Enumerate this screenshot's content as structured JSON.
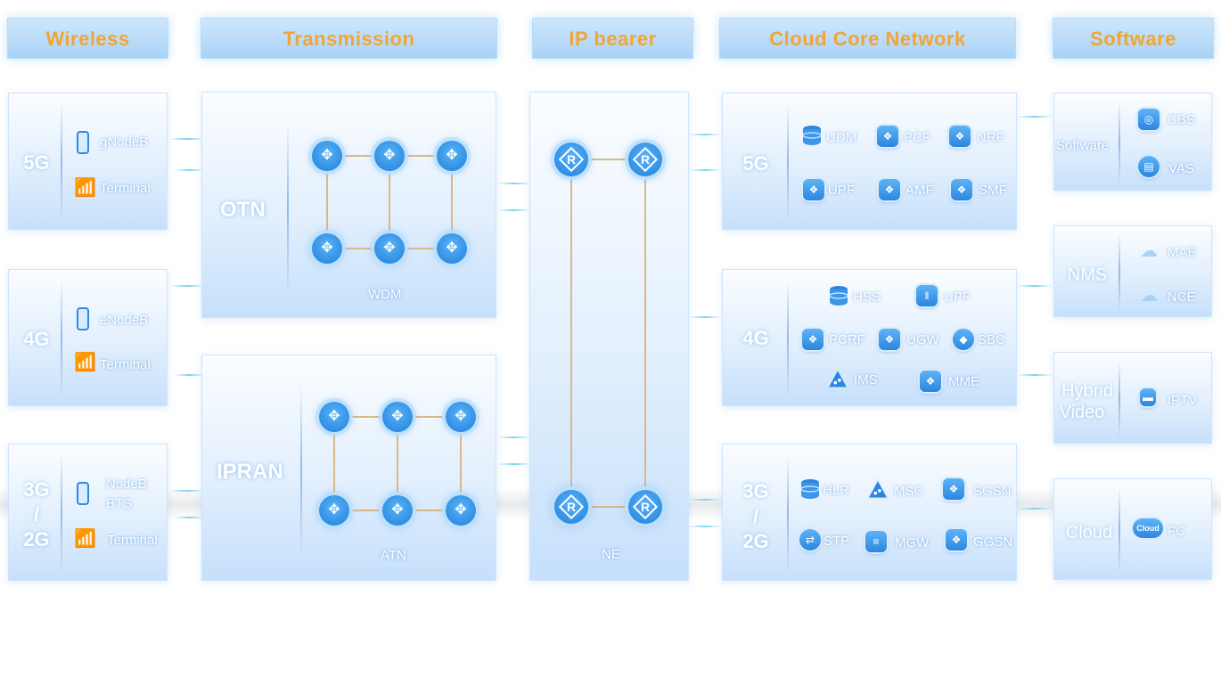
{
  "headers": {
    "wireless": "Wireless",
    "transmission": "Transmission",
    "ip_bearer": "IP bearer",
    "cloud_core": "Cloud Core Network",
    "software": "Software"
  },
  "wireless": {
    "g5": {
      "gen": "5G",
      "device": "gNodeB",
      "terminal": "Terminal"
    },
    "g4": {
      "gen": "4G",
      "device": "eNodeB",
      "terminal": "Terminal"
    },
    "g32": {
      "gen_a": "3G",
      "gen_slash": "/",
      "gen_b": "2G",
      "device_a": "NodeB",
      "device_b": "BTS",
      "terminal": "Terminal"
    }
  },
  "transmission": {
    "otn": {
      "title": "OTN",
      "caption": "WDM"
    },
    "ipran": {
      "title": "IPRAN",
      "caption": "ATN"
    }
  },
  "ip_bearer": {
    "router_label": "R",
    "caption": "NE"
  },
  "core": {
    "g5": {
      "gen": "5G",
      "items": [
        "UDM",
        "PCF",
        "NRF",
        "UPF",
        "AMF",
        "SMF"
      ]
    },
    "g4": {
      "gen": "4G",
      "items": [
        "HSS",
        "UPF",
        "PCRF",
        "UGW",
        "SBC",
        "IMS",
        "MME"
      ]
    },
    "g32": {
      "gen_a": "3G",
      "gen_slash": "/",
      "gen_b": "2G",
      "items": [
        "HLR",
        "MSC",
        "SGSN",
        "STP",
        "MGW",
        "GGSN"
      ]
    }
  },
  "software": {
    "sw": {
      "title": "Software",
      "items": [
        "CBS",
        "VAS"
      ]
    },
    "nms": {
      "title": "NMS",
      "items": [
        "MAE",
        "NCE"
      ]
    },
    "hybrid": {
      "title_a": "Hybrid",
      "title_b": "Video",
      "items": [
        "IPTV"
      ]
    },
    "cloud": {
      "title": "Cloud",
      "icon_text": "Cloud",
      "items": [
        "FC"
      ]
    }
  },
  "colors": {
    "header_text": "#f1a534",
    "accent": "#2b86e0",
    "link": "#d9b98a"
  }
}
